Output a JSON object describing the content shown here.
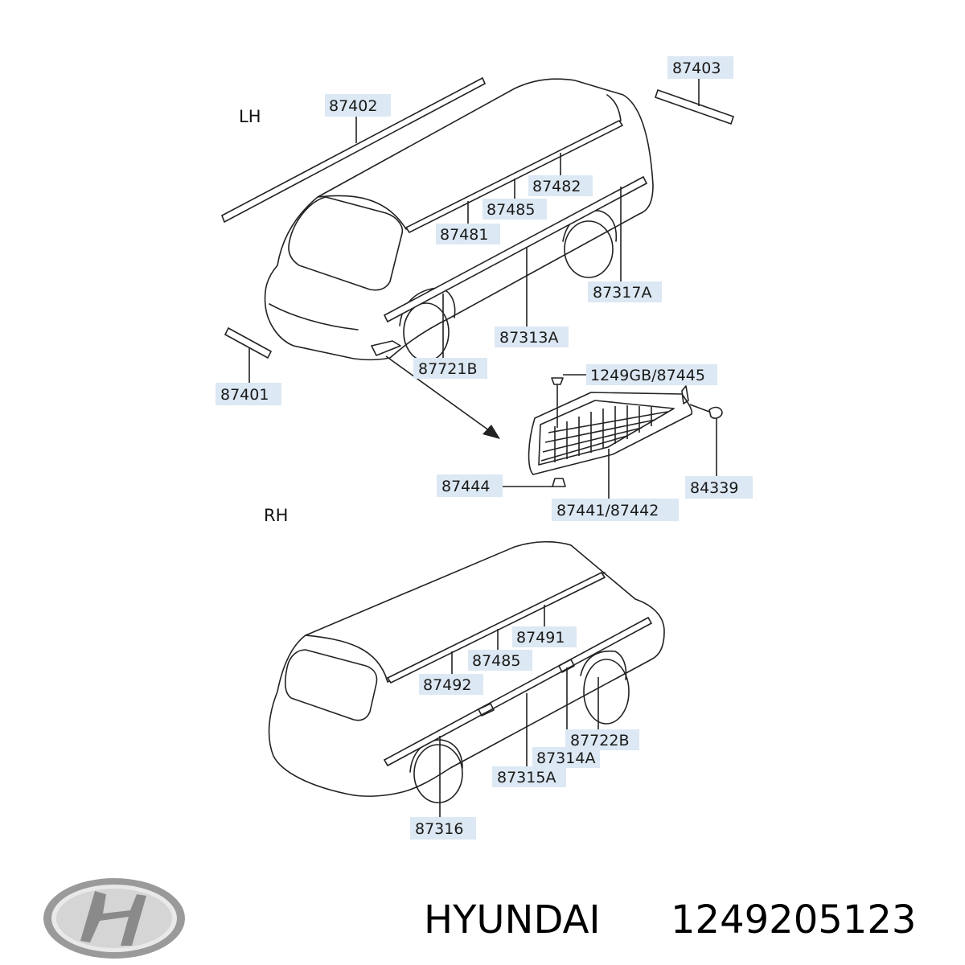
{
  "side_labels": {
    "lh": "LH",
    "rh": "RH"
  },
  "parts": {
    "p87402": "87402",
    "p87403": "87403",
    "p87482": "87482",
    "p87485_top": "87485",
    "p87481": "87481",
    "p87317A": "87317A",
    "p87313A": "87313A",
    "p87721B": "87721B",
    "p87401": "87401",
    "p1249GB": "1249GB/87445",
    "p84339": "84339",
    "p87444": "87444",
    "p87441": "87441/87442",
    "p87491": "87491",
    "p87485_bottom": "87485",
    "p87492": "87492",
    "p87722B": "87722B",
    "p87314A": "87314A",
    "p87315A": "87315A",
    "p87316": "87316"
  },
  "footer": {
    "brand": "HYUNDAI",
    "part_number": "1249205123"
  },
  "colors": {
    "label_box": "#dce8f3",
    "line": "#222222",
    "logo": "#9a9a9a"
  }
}
